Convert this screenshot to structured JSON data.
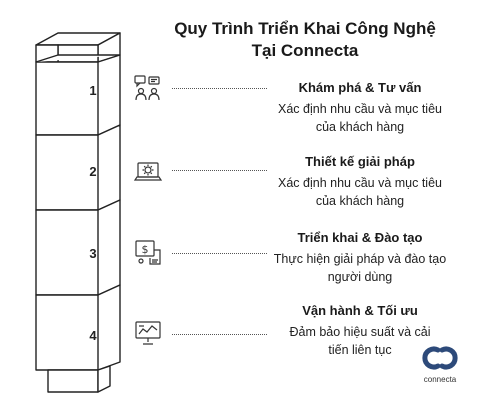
{
  "title": {
    "line1": "Quy Trình Triển Khai Công Nghệ",
    "line2": "Tại Connecta"
  },
  "stages": [
    {
      "number": "1",
      "icon": "consultation-chat-icon",
      "title": "Khám phá & Tư vấn",
      "desc_line1": "Xác định nhu cầu và mục tiêu",
      "desc_line2": "của khách hàng"
    },
    {
      "number": "2",
      "icon": "laptop-gear-icon",
      "title": "Thiết kế giải pháp",
      "desc_line1": "Xác định nhu cầu và mục tiêu",
      "desc_line2": "của khách hàng"
    },
    {
      "number": "3",
      "icon": "dollar-presentation-icon",
      "title": "Triển khai & Đào tạo",
      "desc_line1": "Thực hiện giải pháp và đào tạo",
      "desc_line2": "người dùng"
    },
    {
      "number": "4",
      "icon": "monitoring-dashboard-icon",
      "title": "Vận hành & Tối ưu",
      "desc_line1": "Đảm bảo hiệu suất và cải",
      "desc_line2": "tiến liên tục"
    }
  ],
  "logo": {
    "name": "connecta",
    "color": "#2d4a7a"
  }
}
